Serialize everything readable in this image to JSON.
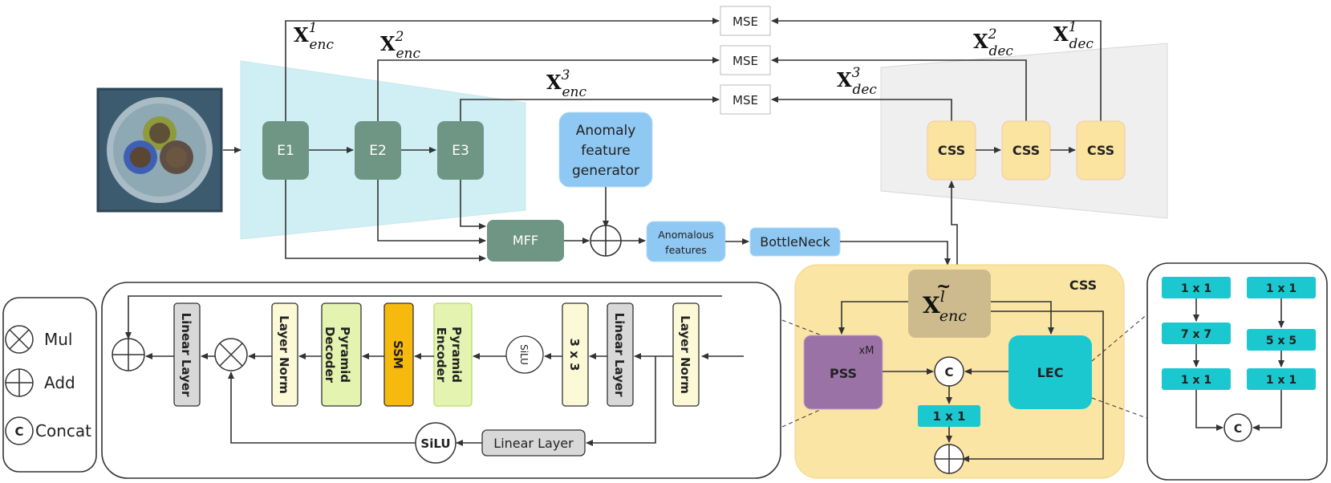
{
  "encoder": {
    "e1": "E1",
    "e2": "E2",
    "e3": "E3",
    "mff": "MFF",
    "x1": {
      "base": "X",
      "sub": "enc",
      "sup": "1"
    },
    "x2": {
      "base": "X",
      "sub": "enc",
      "sup": "2"
    },
    "x3": {
      "base": "X",
      "sub": "enc",
      "sup": "3"
    }
  },
  "loss": {
    "mse1": "MSE",
    "mse2": "MSE",
    "mse3": "MSE"
  },
  "decoder": {
    "css1": "CSS",
    "css2": "CSS",
    "css3": "CSS",
    "x1": {
      "base": "X",
      "sub": "dec",
      "sup": "1"
    },
    "x2": {
      "base": "X",
      "sub": "dec",
      "sup": "2"
    },
    "x3": {
      "base": "X",
      "sub": "dec",
      "sup": "3"
    }
  },
  "anomaly": {
    "generator": [
      "Anomaly",
      "feature",
      "generator"
    ],
    "features": [
      "Anomalous",
      "features"
    ],
    "bottleneck": "BottleNeck"
  },
  "legend": {
    "mul": "Mul",
    "add": "Add",
    "concat": "Concat",
    "concat_symbol": "C"
  },
  "pss_detail": {
    "layer_norm_in": "Layer Norm",
    "linear_in": "Linear Layer",
    "conv": "3 x 3",
    "silu_small": "SiLU",
    "pyramid_encoder": "Pyramid Encoder",
    "ssm": "SSM",
    "pyramid_decoder": "Pyramid Decoder",
    "layer_norm_out": "Layer Norm",
    "linear_out": "Linear Layer",
    "linear_gate": "Linear Layer",
    "silu_gate": "SiLU"
  },
  "css_block": {
    "title": "CSS",
    "input": {
      "base": "X",
      "sub": "enc",
      "sup": "l"
    },
    "pss": "PSS",
    "repeat": "xM",
    "lec": "LEC",
    "concat": "C",
    "conv": "1 x 1"
  },
  "lec_detail": {
    "left": [
      "1 x 1",
      "7 x 7",
      "1 x 1"
    ],
    "right": [
      "1 x 1",
      "5 x 5",
      "1 x 1"
    ],
    "concat": "C"
  },
  "colors": {
    "encoder_block": "#6f9584",
    "encoder_bg": "#cfeff4",
    "decoder_block": "#fbe3a0",
    "decoder_bg": "#efefef",
    "css_bg": "#fbe5a4",
    "pss": "#9b72a6",
    "lec": "#1cc8d0",
    "ssm": "#f6b90e",
    "pyramid": "#e5f3b0",
    "layer_norm": "#fcf9d6",
    "linear": "#d8d8d8",
    "anomaly": "#8ec8f3"
  }
}
